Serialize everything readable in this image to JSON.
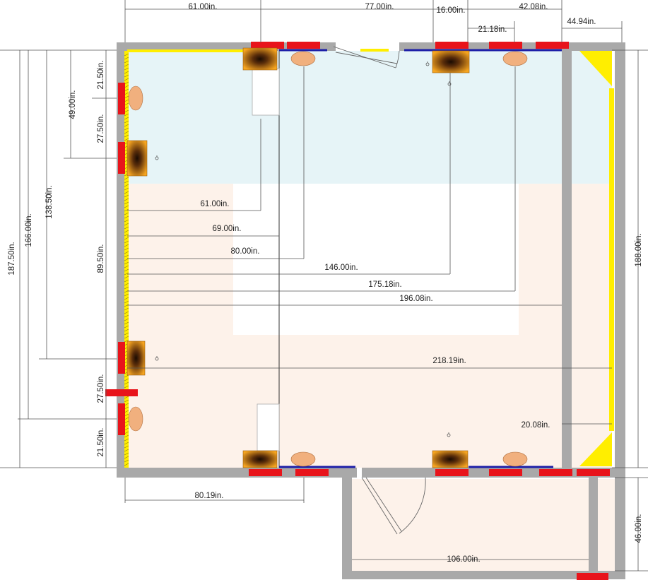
{
  "colors": {
    "wall": "#a9a9a9",
    "floor_upper": "#e6f4f7",
    "floor_lower": "#fdf2ea",
    "yellow_strip": "#ffee00",
    "red_block": "#e8141b",
    "blue_line": "#1d1fa8",
    "fixture_center": "#2a1506",
    "fixture_edge": "#f7a51e",
    "oval": "#f1b07e"
  },
  "dimensions": {
    "top": {
      "d61": "61.00in.",
      "d77": "77.00in.",
      "d16": "16.00in.",
      "d42": "42.08in.",
      "d21": "21.18in.",
      "d44": "44.94in."
    },
    "left": {
      "d187": "187.50in.",
      "d166": "166.00in.",
      "d138": "138.50in.",
      "d49": "49.00in.",
      "d21a": "21.50in.",
      "d27a": "27.50in.",
      "d89": "89.50in.",
      "d27b": "27.50in.",
      "d21b": "21.50in."
    },
    "interior": {
      "d61": "61.00in.",
      "d69": "69.00in.",
      "d80": "80.00in.",
      "d146": "146.00in.",
      "d175": "175.18in.",
      "d196": "196.08in.",
      "d218": "218.19in.",
      "d20": "20.08in."
    },
    "right": {
      "d188": "188.00in.",
      "d46": "46.00in."
    },
    "bottom": {
      "d80": "80.19in.",
      "d106": "106.00in."
    }
  }
}
